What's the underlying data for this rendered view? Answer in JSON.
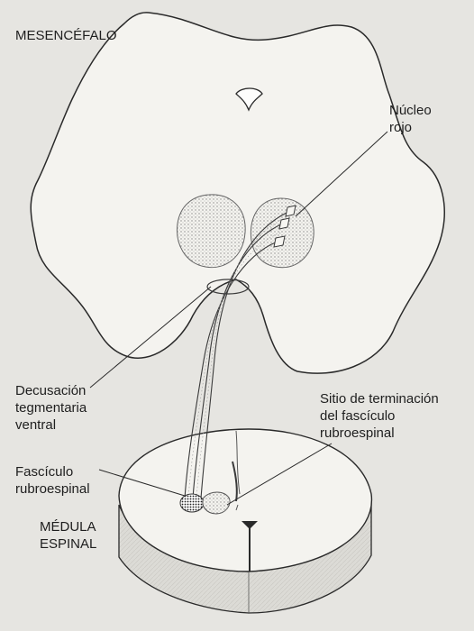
{
  "labels": {
    "midbrain": "MESENCÉFALO",
    "red_nucleus": [
      "Núcleo",
      "rojo"
    ],
    "ventral_decussation": [
      "Decusación",
      "tegmentaria",
      "ventral"
    ],
    "termination_site": [
      "Sitio de terminación",
      "del fascículo",
      "rubroespinal"
    ],
    "rubrospinal_tract": [
      "Fascículo",
      "rubroespinal"
    ],
    "spinal_cord": [
      "MÉDULA",
      "ESPINAL"
    ]
  },
  "colors": {
    "background": "#e6e5e1",
    "section_fill": "#f4f3ef",
    "outline": "#2a2a2a",
    "text": "#1e1e1e"
  }
}
